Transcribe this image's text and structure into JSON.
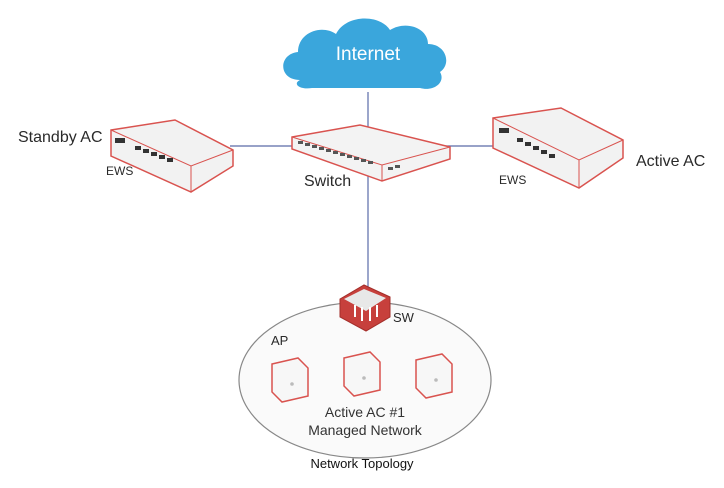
{
  "labels": {
    "internet": "Internet",
    "standby_ac": "Standby AC",
    "active_ac": "Active AC",
    "switch": "Switch",
    "ews_left": "EWS",
    "ews_right": "EWS",
    "sw": "SW",
    "ap": "AP",
    "managed_line1": "Active AC #1",
    "managed_line2": "Managed Network",
    "caption": "Network Topology"
  },
  "colors": {
    "cloud": "#3aa6dc",
    "device_outline": "#d9534f",
    "device_body": "#f4f4f4",
    "link": "#5a6aa8",
    "ellipse": "#888888"
  },
  "icons": [
    "cloud-icon",
    "controller-icon",
    "switch-icon",
    "router-icon",
    "access-point-icon"
  ]
}
